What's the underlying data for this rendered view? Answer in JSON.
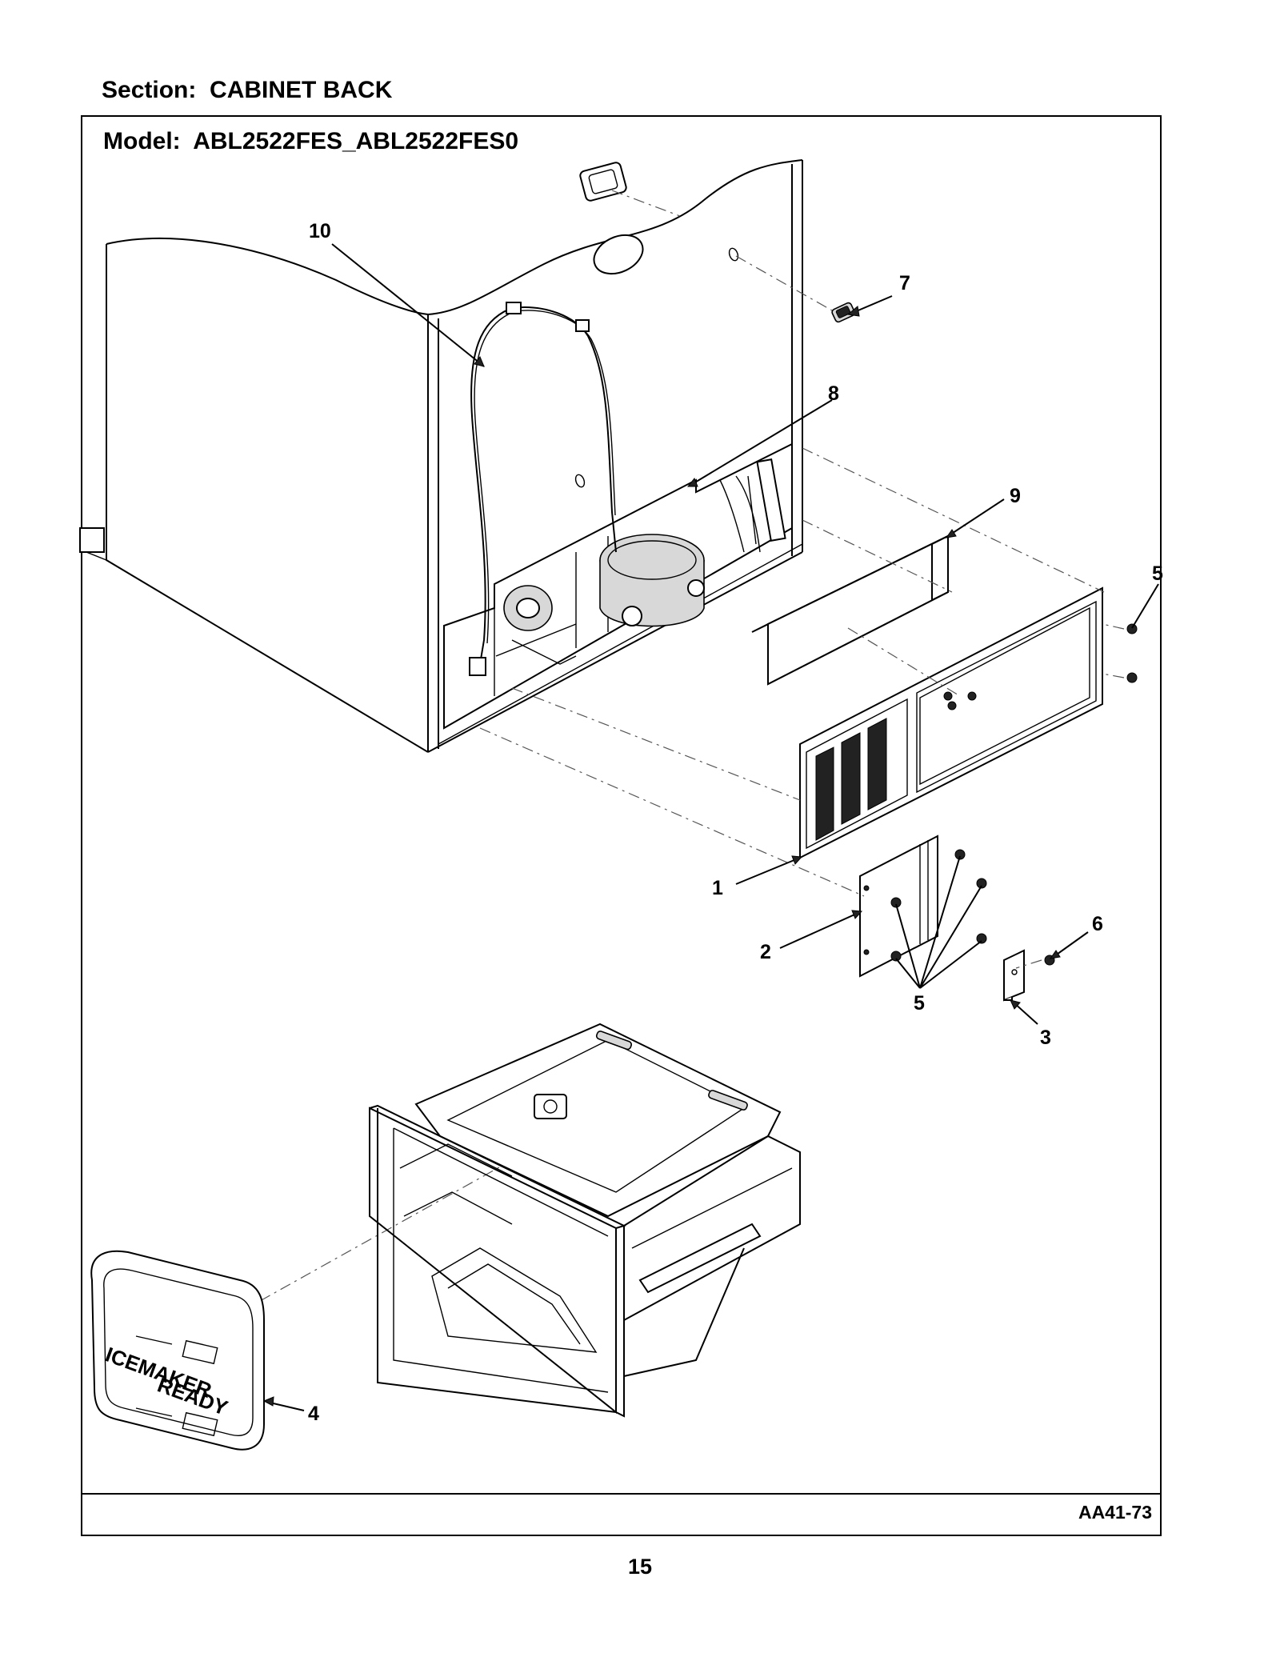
{
  "section": {
    "label": "Section:",
    "value": "CABINET BACK"
  },
  "model": {
    "label": "Model:",
    "value": "ABL2522FES_ABL2522FES0"
  },
  "drawing_code": "AA41-73",
  "page_number": "15",
  "callouts": {
    "c1": "1",
    "c2": "2",
    "c3": "3",
    "c4": "4",
    "c5a": "5",
    "c5b": "5",
    "c6": "6",
    "c7": "7",
    "c8": "8",
    "c9": "9",
    "c10": "10"
  },
  "cover_text": {
    "line1": "ICEMAKER",
    "line2": "READY"
  }
}
